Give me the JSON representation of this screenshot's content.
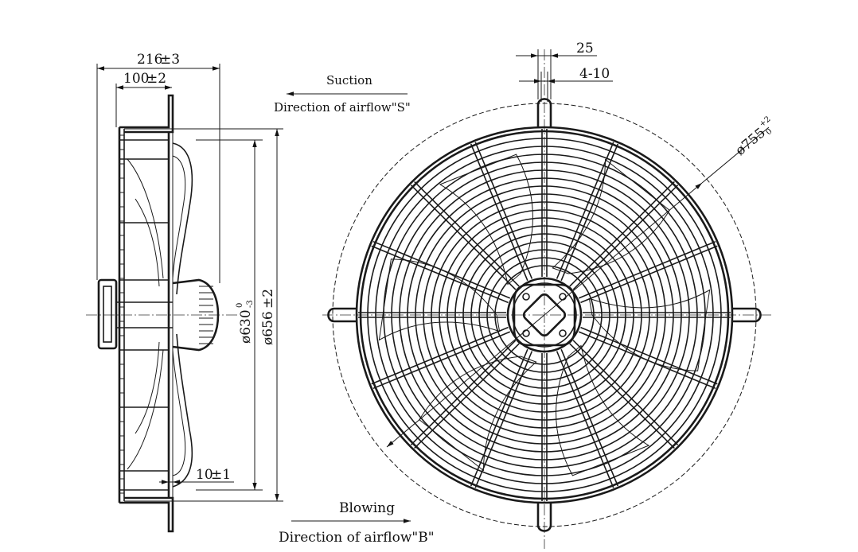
{
  "side_view": {
    "dim_overall_depth": {
      "value": "216",
      "tol": "±3"
    },
    "dim_guard_depth": {
      "value": "100",
      "tol": "±2"
    },
    "dim_flange": {
      "value": "10",
      "tol": "±1"
    },
    "dim_blade_dia": {
      "prefix": "ø630",
      "tol_upper": "0",
      "tol_lower": "-3"
    },
    "dim_ring_dia": {
      "prefix": "ø656",
      "tol": "±2"
    }
  },
  "front_view": {
    "dim_foot_width": "25",
    "dim_slot": "4-10",
    "dim_mount_dia": {
      "prefix": "ø755",
      "tol_upper": "+2",
      "tol_lower": "0"
    }
  },
  "airflow": {
    "suction_label": "Suction",
    "suction_direction": "Direction of airflow\"S\"",
    "blowing_label": "Blowing",
    "blowing_direction": "Direction of airflow\"B\""
  }
}
